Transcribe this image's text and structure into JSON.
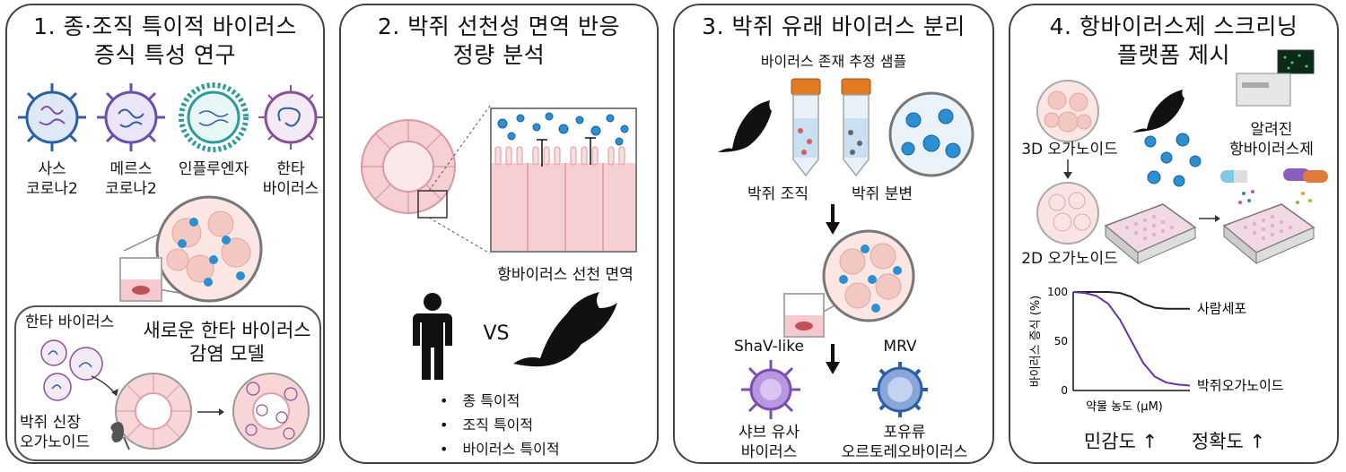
{
  "panel1": {
    "title_line1": "1. 종·조직 특이적 바이러스",
    "title_line2": "증식 특성 연구",
    "viruses": [
      {
        "line1": "사스",
        "line2": "코로나2"
      },
      {
        "line1": "메르스",
        "line2": "코로나2"
      },
      {
        "line1": "인플루엔자",
        "line2": ""
      },
      {
        "line1": "한타",
        "line2": "바이러스"
      }
    ],
    "sub_label": "한타 바이러스",
    "model_title_line1": "새로운 한타 바이러스",
    "model_title_line2": "감염 모델",
    "kidney_line1": "박쥐 신장",
    "kidney_line2": "오가노이드"
  },
  "panel2": {
    "title_line1": "2. 박쥐 선천성 면역 반응",
    "title_line2": "정량 분석",
    "immune_label": "항바이러스 선천 면역",
    "vs_label": "VS",
    "bullets": [
      "종 특이적",
      "조직 특이적",
      "바이러스 특이적"
    ]
  },
  "panel3": {
    "title": "3. 박쥐 유래 바이러스 분리",
    "sample_label": "바이러스 존재 추정 샘플",
    "tissue_label": "박쥐 조직",
    "feces_label": "박쥐 분변",
    "virus1_code": "ShaV-like",
    "virus2_code": "MRV",
    "virus1_line1": "샤브 유사",
    "virus1_line2": "바이러스",
    "virus2_line1": "포유류",
    "virus2_line2": "오르토레오바이러스"
  },
  "panel4": {
    "title_line1": "4. 항바이러스제 스크리닝",
    "title_line2": "플랫폼 제시",
    "organoid_3d": "3D 오가노이드",
    "organoid_2d": "2D 오가노이드",
    "known_line1": "알려진",
    "known_line2": "항바이러스제",
    "sensitivity": "민감도 ↑",
    "accuracy": "정확도 ↑"
  },
  "chart_data": {
    "type": "line",
    "xlabel": "약물 농도 (μM)",
    "ylabel": "바이러스 증식 (%)",
    "ylim": [
      0,
      100
    ],
    "yticks": [
      "0",
      "50",
      "100"
    ],
    "series": [
      {
        "name": "사람세포",
        "color": "#222222",
        "x": [
          0,
          1,
          2,
          3,
          4,
          5,
          6,
          7,
          8,
          9,
          10
        ],
        "values": [
          100,
          100,
          100,
          100,
          99,
          95,
          88,
          84,
          83,
          83,
          83
        ]
      },
      {
        "name": "박쥐오가노이드",
        "color": "#6a2fb0",
        "x": [
          0,
          1,
          2,
          3,
          4,
          5,
          6,
          7,
          8,
          9,
          10
        ],
        "values": [
          100,
          99,
          96,
          88,
          72,
          50,
          28,
          14,
          8,
          6,
          5
        ]
      }
    ]
  },
  "colors": {
    "border": "#444444",
    "virus_blue": "#2b8fd1",
    "virus_purple": "#7a4fb0",
    "tissue_pink": "#f4c4c7",
    "organoid": "#e8a5ab"
  }
}
